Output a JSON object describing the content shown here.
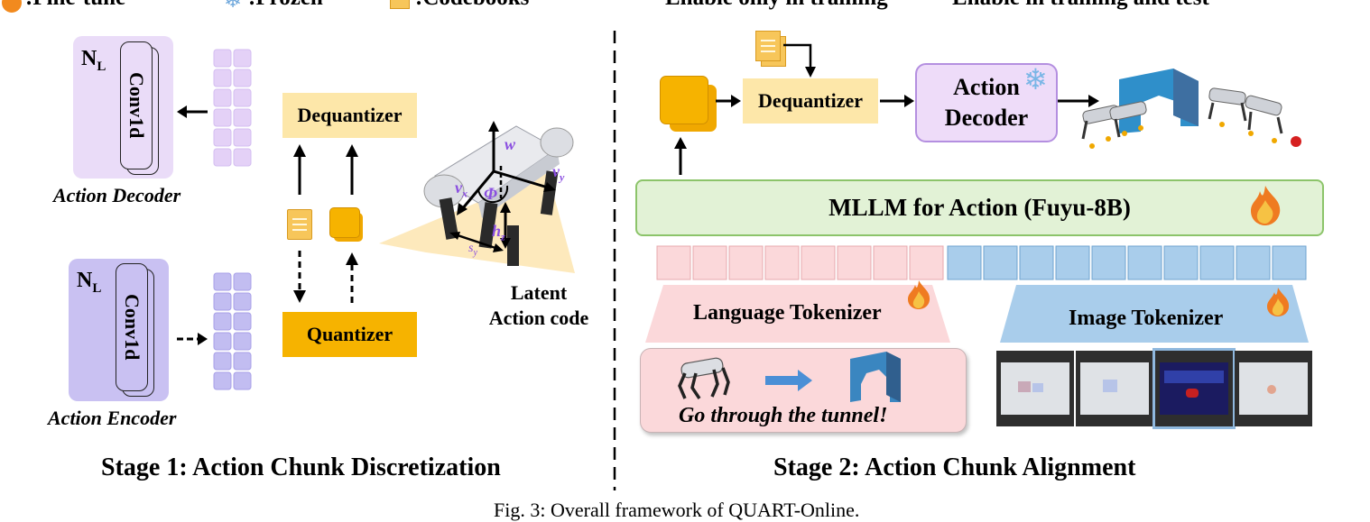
{
  "legend": {
    "fine_tune": ":Fine-tune",
    "frozen": ":Frozen",
    "codebooks": ":Codebooks",
    "enable_training": "Enable only in training",
    "enable_both": "Enable in training and test"
  },
  "stage1": {
    "decoder": {
      "nl_main": "N",
      "nl_sub": "L",
      "conv": "Conv1d",
      "caption": "Action Decoder"
    },
    "encoder": {
      "nl_main": "N",
      "nl_sub": "L",
      "conv": "Conv1d",
      "caption": "Action Encoder"
    },
    "dequantizer": "Dequantizer",
    "quantizer": "Quantizer",
    "robot_labels": {
      "w": "w",
      "vx": "v",
      "vx_sub": "x",
      "vy": "v",
      "vy_sub": "y",
      "phi": "Φ",
      "h": "h",
      "h_sub": "z",
      "s": "s",
      "s_sub": "y"
    },
    "latent_line1": "Latent",
    "latent_line2": "Action code",
    "title": "Stage 1: Action Chunk Discretization"
  },
  "stage2": {
    "dequantizer": "Dequantizer",
    "decoder_line1": "Action",
    "decoder_line2": "Decoder",
    "mllm": "MLLM for Action (Fuyu-8B)",
    "language_tokenizer": "Language Tokenizer",
    "image_tokenizer": "Image Tokenizer",
    "instruction": "Go through the tunnel!",
    "title": "Stage 2: Action Chunk Alignment"
  },
  "caption": "Fig. 3: Overall framework of QUART-Online.",
  "colors": {
    "decoder_panel": "#eadcf8",
    "encoder_panel": "#c9c1f2",
    "quantizer": "#f6b300",
    "dequantizer": "#fde7a9",
    "mllm_fill": "#e2f2d6",
    "language_token": "#fbd8da",
    "image_token": "#a9cdeb"
  }
}
